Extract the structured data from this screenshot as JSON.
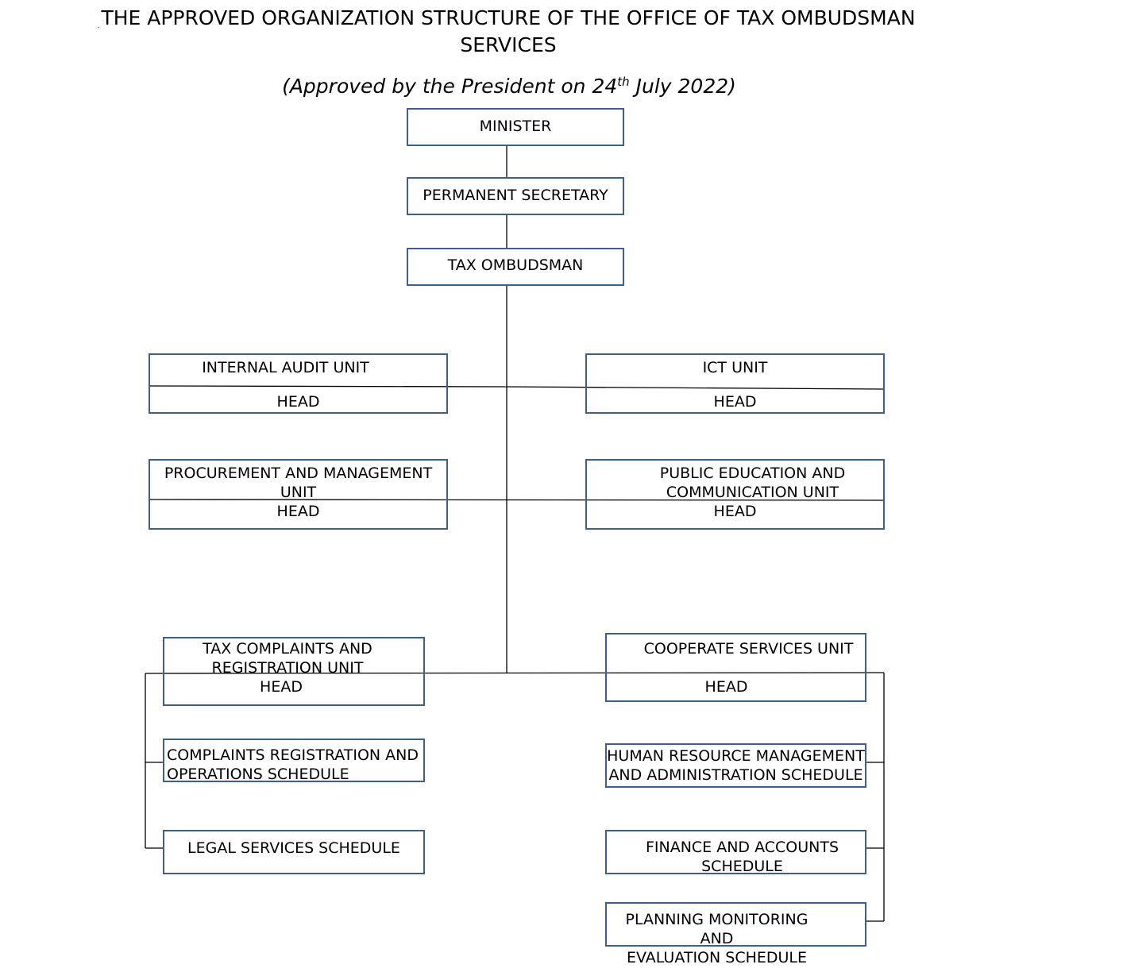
{
  "header": {
    "title_line1": "THE APPROVED ORGANIZATION STRUCTURE OF THE OFFICE OF TAX OMBUDSMAN",
    "title_line2": "SERVICES",
    "subtitle_before": "(Approved by the President on 24",
    "subtitle_sup": "th",
    "subtitle_after": " July 2022)",
    "dot": "."
  },
  "colors": {
    "box_border": "#3d5f8f",
    "line": "#000000"
  },
  "nodes": {
    "minister": "MINISTER",
    "permanent_secretary": "PERMANENT SECRETARY",
    "tax_ombudsman": "TAX OMBUDSMAN",
    "internal_audit": {
      "name": "INTERNAL AUDIT UNIT",
      "head": "HEAD"
    },
    "ict": {
      "name": "ICT UNIT",
      "head": "HEAD"
    },
    "procurement": {
      "name": "PROCUREMENT AND MANAGEMENT UNIT",
      "head": "HEAD"
    },
    "public_education": {
      "name": "PUBLIC EDUCATION AND\nCOMMUNICATION UNIT",
      "head": "HEAD"
    },
    "tax_complaints": {
      "name": "TAX COMPLAINTS AND\nREGISTRATION UNIT",
      "head": "HEAD"
    },
    "cooperate_services": {
      "name": "COOPERATE SERVICES UNIT",
      "head": "HEAD"
    },
    "complaints_registration": "COMPLAINTS REGISTRATION AND\n OPERATIONS SCHEDULE",
    "legal_services": "LEGAL SERVICES SCHEDULE",
    "human_resource": "HUMAN RESOURCE MANAGEMENT\nAND ADMINISTRATION SCHEDULE",
    "finance_accounts": "FINANCE AND ACCOUNTS\nSCHEDULE",
    "planning_monitoring": "PLANNING MONITORING AND\nEVALUATION SCHEDULE"
  }
}
